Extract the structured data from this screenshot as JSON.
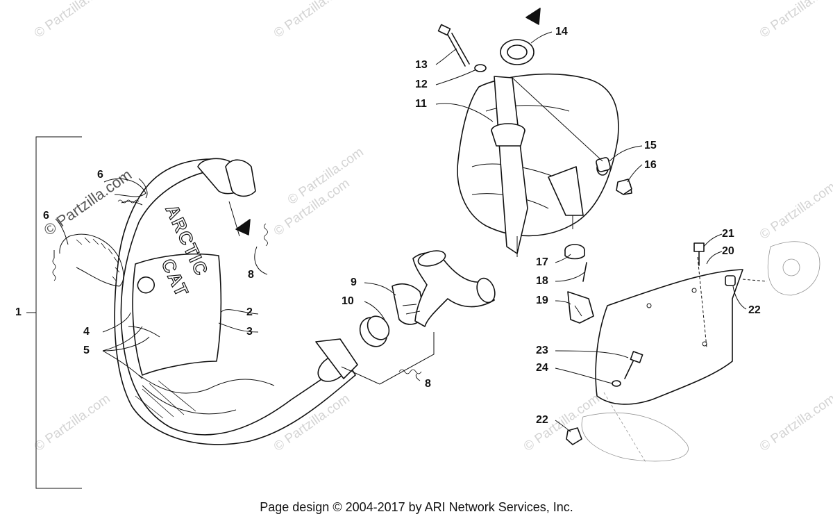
{
  "watermark": "© Partzilla.com",
  "footer": "Page design © 2004-2017 by ARI Network Services, Inc.",
  "pipe_text": {
    "brand_top": "ARCTIC",
    "brand_bottom": "CAT"
  },
  "callouts": {
    "c1": "1",
    "c2": "2",
    "c3": "3",
    "c4": "4",
    "c5": "5",
    "c6a": "6",
    "c6b": "6",
    "c8a": "8",
    "c8b": "8",
    "c9": "9",
    "c10": "10",
    "c11": "11",
    "c12": "12",
    "c13": "13",
    "c14": "14",
    "c15": "15",
    "c16": "16",
    "c17": "17",
    "c18": "18",
    "c19": "19",
    "c20": "20",
    "c21": "21",
    "c22a": "22",
    "c22b": "22",
    "c23": "23",
    "c24": "24"
  }
}
